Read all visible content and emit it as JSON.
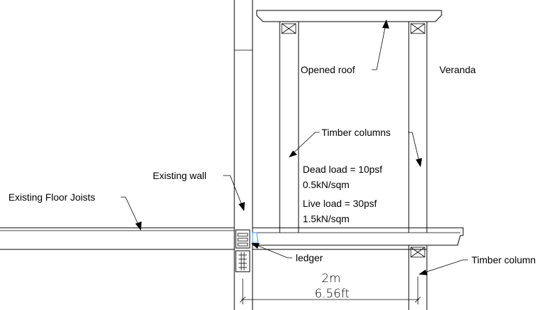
{
  "labels": {
    "opened_roof": "Opened roof",
    "veranda": "Veranda",
    "timber_columns": "Timber columns",
    "dead_load": "Dead load = 10psf",
    "dead_load_metric": "0.5kN/sqm",
    "live_load": "Live load = 30psf",
    "live_load_metric": "1.5kN/sqm",
    "existing_wall": "Existing wall",
    "existing_floor_joists": "Existing Floor Joists",
    "ledger": "ledger",
    "timber_column": "Timber column"
  },
  "dimension": {
    "metric": "2m",
    "imperial": "6.56ft"
  },
  "colors": {
    "line": "#000000",
    "ledger_highlight": "#4a90e2"
  }
}
